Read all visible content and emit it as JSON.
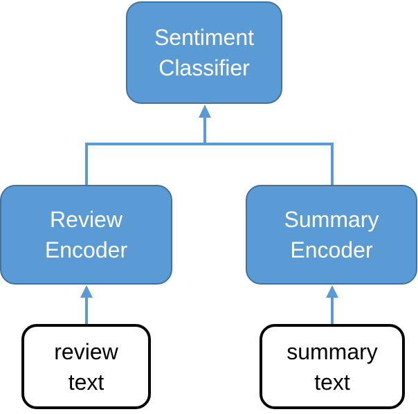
{
  "diagram": {
    "colors": {
      "node_fill": "#5b9bd5",
      "node_border": "#41719c",
      "connector": "#5b9bd5",
      "input_border": "#000000",
      "input_fill": "#ffffff"
    },
    "nodes": {
      "classifier": {
        "line1": "Sentiment",
        "line2": "Classifier"
      },
      "review_encoder": {
        "line1": "Review",
        "line2": "Encoder"
      },
      "summary_encoder": {
        "line1": "Summary",
        "line2": "Encoder"
      },
      "review_text": {
        "line1": "review",
        "line2": "text"
      },
      "summary_text": {
        "line1": "summary",
        "line2": "text"
      }
    },
    "edges": [
      {
        "from": "review_text",
        "to": "review_encoder"
      },
      {
        "from": "summary_text",
        "to": "summary_encoder"
      },
      {
        "from": "review_encoder",
        "to": "classifier"
      },
      {
        "from": "summary_encoder",
        "to": "classifier"
      }
    ]
  }
}
